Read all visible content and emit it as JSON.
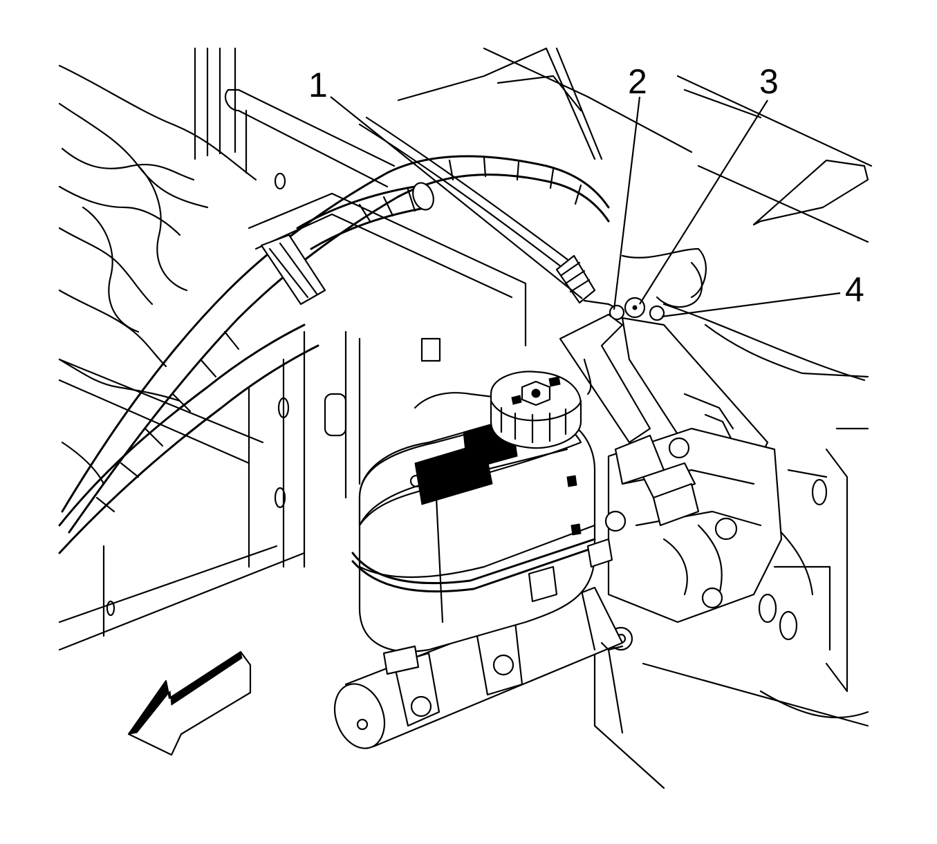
{
  "callouts": {
    "c1": "1",
    "c2": "2",
    "c3": "3",
    "c4": "4"
  },
  "colors": {
    "line": "#000000",
    "background": "#ffffff"
  },
  "parts": [
    "brake-master-cylinder",
    "fluid-reservoir",
    "reservoir-cap",
    "brake-pipe",
    "fitting",
    "bracket",
    "frame-rail",
    "direction-arrow"
  ]
}
